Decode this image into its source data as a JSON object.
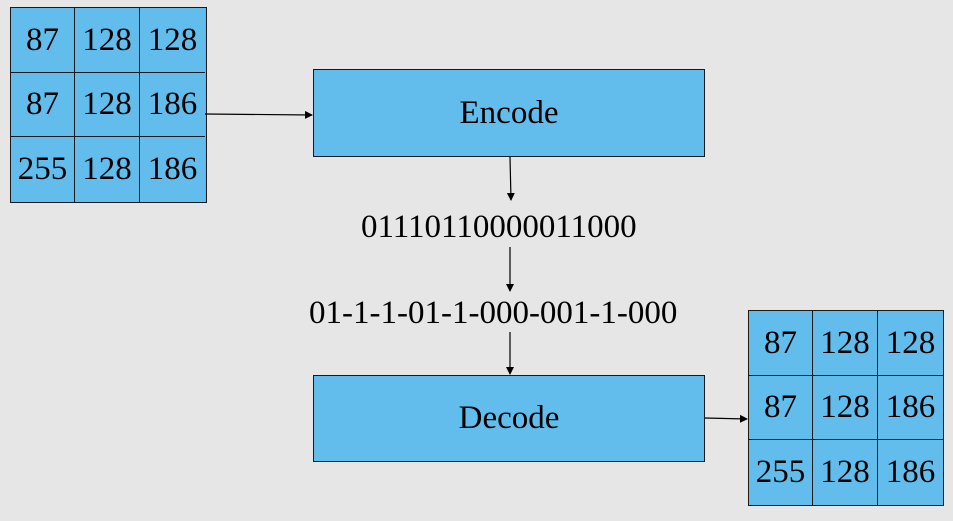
{
  "input_matrix": {
    "rows": [
      [
        "87",
        "128",
        "128"
      ],
      [
        "87",
        "128",
        "186"
      ],
      [
        "255",
        "128",
        "186"
      ]
    ]
  },
  "encode": {
    "label": "Encode"
  },
  "bitstream": "01110110000011000",
  "segmented_bitstream": "01-1-1-01-1-000-001-1-000",
  "decode": {
    "label": "Decode"
  },
  "output_matrix": {
    "rows": [
      [
        "87",
        "128",
        "128"
      ],
      [
        "87",
        "128",
        "186"
      ],
      [
        "255",
        "128",
        "186"
      ]
    ]
  },
  "colors": {
    "box_fill": "#62bdec",
    "background": "#e6e6e6",
    "stroke": "#1a1a1a"
  }
}
